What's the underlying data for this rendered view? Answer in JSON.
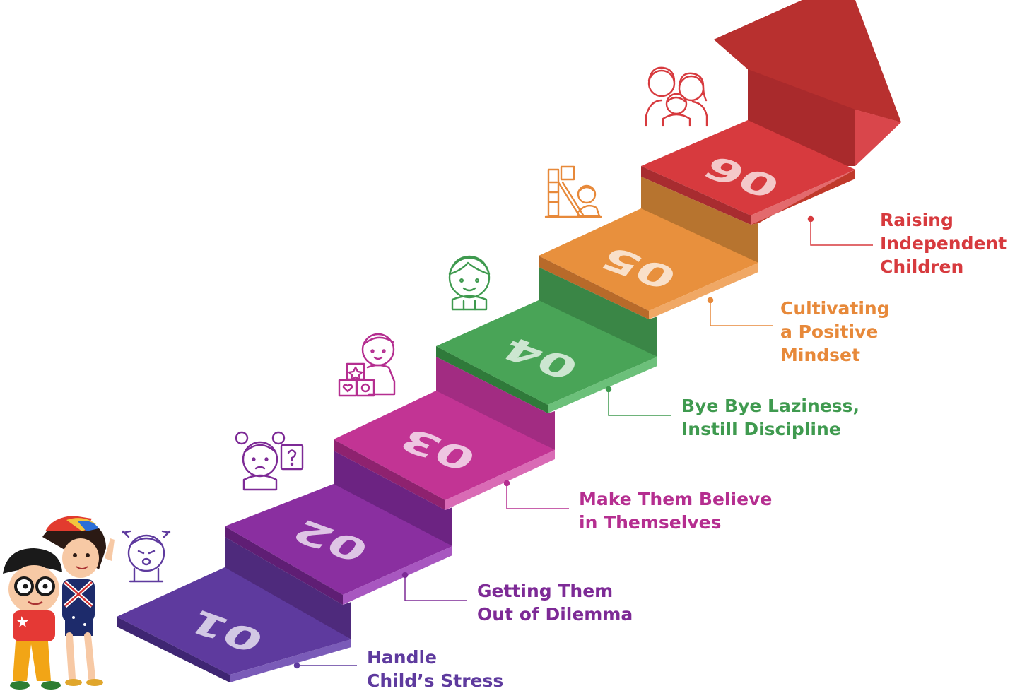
{
  "steps": [
    {
      "number": "01",
      "lines": [
        "Handle",
        "Child’s Stress"
      ],
      "color": "#5e3a9e",
      "icon": "upset-child-icon"
    },
    {
      "number": "02",
      "lines": [
        "Getting Them",
        "Out of Dilemma"
      ],
      "color": "#7d2a96",
      "icon": "confused-girl-question-icon"
    },
    {
      "number": "03",
      "lines": [
        "Make Them Believe",
        "in Themselves"
      ],
      "color": "#b52e90",
      "icon": "child-with-blocks-icon"
    },
    {
      "number": "04",
      "lines": [
        "Bye Bye Laziness,",
        "Instill Discipline"
      ],
      "color": "#3f9a4f",
      "icon": "boy-face-icon"
    },
    {
      "number": "05",
      "lines": [
        "Cultivating",
        "a Positive",
        "Mindset"
      ],
      "color": "#e7893a",
      "icon": "child-on-slide-icon"
    },
    {
      "number": "06",
      "lines": [
        "Raising",
        "Independent",
        "Children"
      ],
      "color": "#d73a3e",
      "icon": "family-icon"
    }
  ],
  "arrow": {
    "color": "#c4312f",
    "icon": "up-arrow-icon"
  },
  "illustration": {
    "icon": "two-kids-cartoon-icon"
  }
}
